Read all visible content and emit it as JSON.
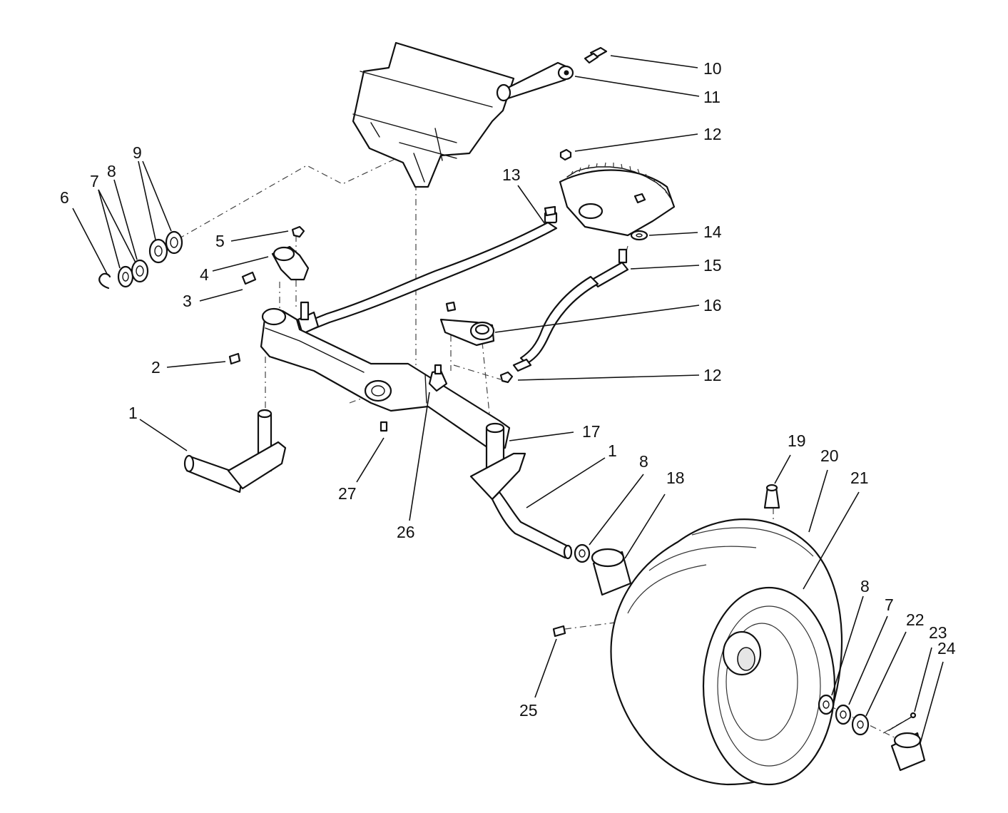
{
  "callouts": [
    {
      "id": "c1a",
      "text": "1"
    },
    {
      "id": "c1b",
      "text": "1"
    },
    {
      "id": "c2",
      "text": "2"
    },
    {
      "id": "c3",
      "text": "3"
    },
    {
      "id": "c4",
      "text": "4"
    },
    {
      "id": "c5",
      "text": "5"
    },
    {
      "id": "c6",
      "text": "6"
    },
    {
      "id": "c7a",
      "text": "7"
    },
    {
      "id": "c7b",
      "text": "7"
    },
    {
      "id": "c8a",
      "text": "8"
    },
    {
      "id": "c8b",
      "text": "8"
    },
    {
      "id": "c8c",
      "text": "8"
    },
    {
      "id": "c9",
      "text": "9"
    },
    {
      "id": "c10",
      "text": "10"
    },
    {
      "id": "c11",
      "text": "11"
    },
    {
      "id": "c12a",
      "text": "12"
    },
    {
      "id": "c12b",
      "text": "12"
    },
    {
      "id": "c13",
      "text": "13"
    },
    {
      "id": "c14",
      "text": "14"
    },
    {
      "id": "c15",
      "text": "15"
    },
    {
      "id": "c16",
      "text": "16"
    },
    {
      "id": "c17",
      "text": "17"
    },
    {
      "id": "c18",
      "text": "18"
    },
    {
      "id": "c19",
      "text": "19"
    },
    {
      "id": "c20",
      "text": "20"
    },
    {
      "id": "c21",
      "text": "21"
    },
    {
      "id": "c22",
      "text": "22"
    },
    {
      "id": "c23",
      "text": "23"
    },
    {
      "id": "c24",
      "text": "24"
    },
    {
      "id": "c25",
      "text": "25"
    },
    {
      "id": "c26",
      "text": "26"
    },
    {
      "id": "c27",
      "text": "27"
    }
  ]
}
